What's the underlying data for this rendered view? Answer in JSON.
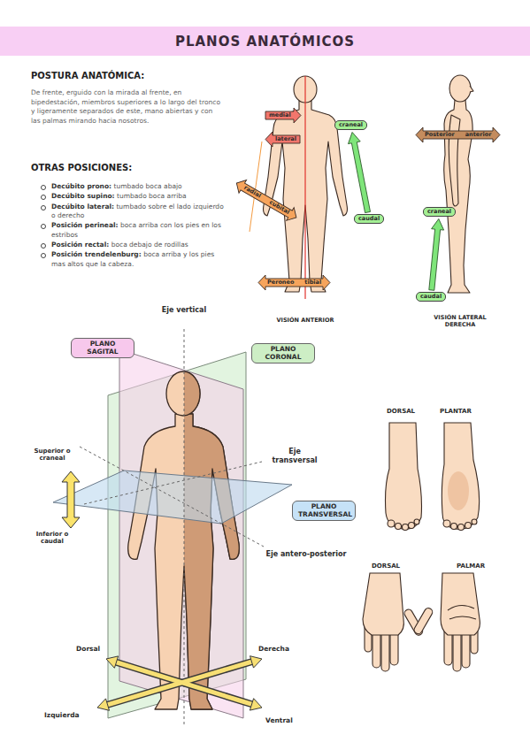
{
  "diagram": {
    "title": "PLANOS ANATÓMICOS",
    "nodes": [
      {
        "text": [
          "medial"
        ]
      },
      {
        "text": [
          "lateral"
        ]
      },
      {
        "text": [
          "craneal"
        ]
      },
      {
        "text": [
          "caudal"
        ]
      },
      {
        "text": [
          "radial",
          "cubital"
        ]
      },
      {
        "text": [
          "Peroneo",
          "tibial"
        ]
      },
      {
        "text": [
          "Posterior",
          "anterior"
        ]
      },
      {
        "text": [
          "craneal"
        ]
      },
      {
        "text": [
          "caudal"
        ]
      },
      {
        "text": [
          "PLANO SAGITAL"
        ]
      },
      {
        "text": [
          "PLANO CORONAL"
        ]
      },
      {
        "text": [
          "PLANO TRANSVERSAL"
        ]
      }
    ],
    "edges": [
      {
        "from": 3,
        "to": 2,
        "arrow": "to"
      },
      {
        "from": 8,
        "to": 7,
        "arrow": "to"
      }
    ],
    "labels": [
      "POSTURA ANATÓMICA:",
      "De frente, erguido con la mirada al frente, en bipedestación, miembros superiores a lo largo del tronco y ligeramente separados de este, mano abiertas y con las palmas mirando hacia nosotros.",
      "OTRAS POSICIONES:",
      "Decúbito prono:",
      "tumbado boca abajo",
      "Decúbito supino:",
      "tumbado boca arriba",
      "Decúbito lateral:",
      "tumbado sobre el lado izquierdo o derecho",
      "Posición perineal:",
      "boca arriba con los pies en los estribos",
      "Posición rectal:",
      "boca debajo de rodillas",
      "Posición trendelenburg:",
      "boca arriba y los pies mas altos que la cabeza.",
      "VISIÓN ANTERIOR",
      "VISIÓN LATERAL DERECHA",
      "Eje vertical",
      "Superior o craneal",
      "Eje transversal",
      "Inferior o caudal",
      "Eje antero-posterior",
      "Dorsal",
      "Derecha",
      "Izquierda",
      "Ventral",
      "DORSAL",
      "PLANTAR",
      "DORSAL",
      "PALMAR"
    ]
  }
}
